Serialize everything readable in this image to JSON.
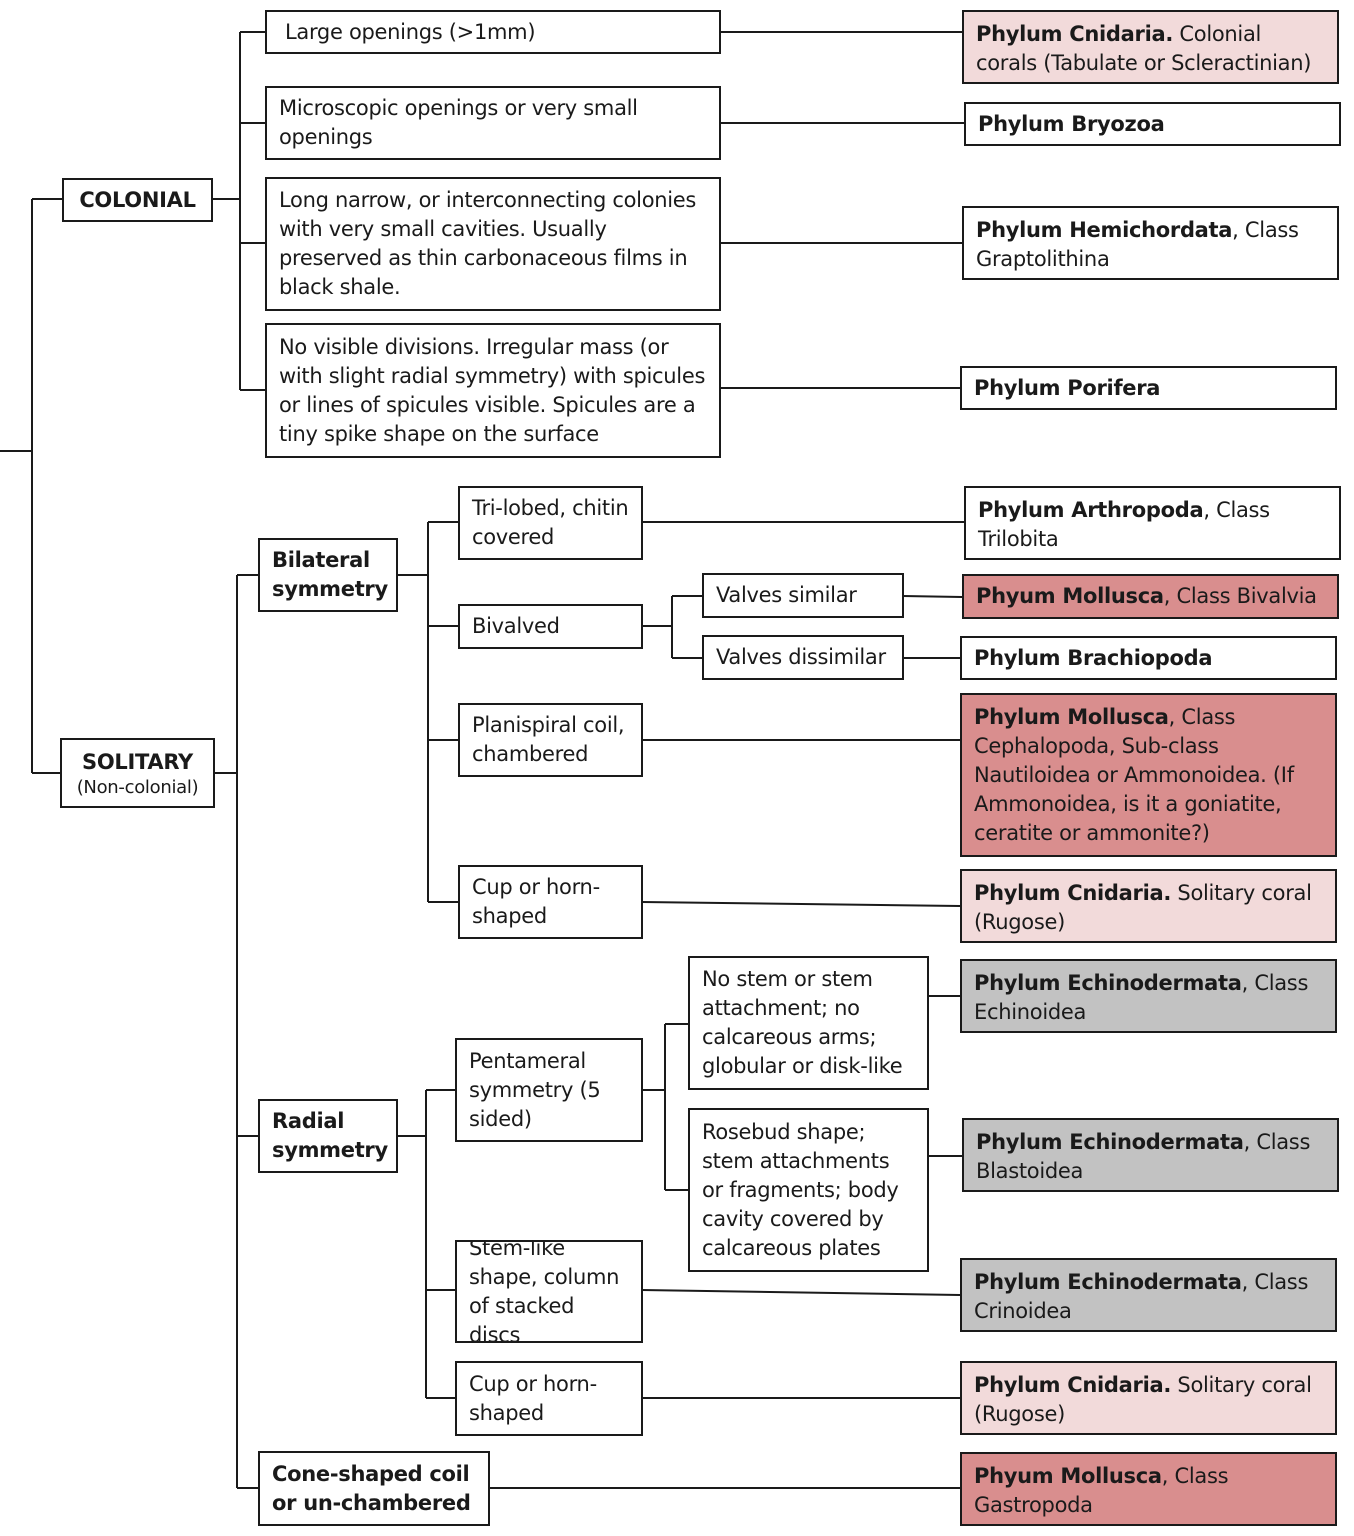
{
  "colors": {
    "line": "#1a1a1a",
    "cnidaria": "#f2dada",
    "mollusca": "#d98e8e",
    "echinodermata": "#c2c2c2",
    "plain": "#ffffff"
  },
  "groups": {
    "colonial": "COLONIAL",
    "solitary": "SOLITARY",
    "solitary_note": "(Non-colonial)",
    "bilateral": "Bilateral symmetry",
    "radial": "Radial symmetry",
    "cone": "Cone-shaped coil or un-chambered"
  },
  "features": {
    "large_openings": "Large openings  (>1mm)",
    "micro_openings": "Microscopic openings or very small openings",
    "long_narrow": "Long narrow, or interconnecting colonies with very small cavities.  Usually preserved as thin carbonaceous films in black shale.",
    "no_divisions": "No visible divisions.  Irregular mass (or with slight radial symmetry) with spicules or lines of spicules visible.  Spicules are a tiny spike shape on the surface",
    "trilobed": "Tri-lobed, chitin covered",
    "bivalved": "Bivalved",
    "valves_similar": "Valves similar",
    "valves_dissimilar": "Valves dissimilar",
    "planispiral": "Planispiral coil, chambered",
    "cup_bilateral": "Cup or horn-shaped",
    "pentameral": "Pentameral symmetry (5 sided)",
    "no_stem": "No stem or stem attachment; no calcareous arms; globular or disk-like",
    "rosebud": "Rosebud shape; stem attachments or fragments; body cavity covered by calcareous plates",
    "stem_like": "Stem-like shape, column of stacked discs",
    "cup_radial": "Cup or horn-shaped"
  },
  "results": {
    "cnidaria_colonial": {
      "bold": "Phylum Cnidaria.",
      "rest": " Colonial corals (Tabulate or Scleractinian)"
    },
    "bryozoa": {
      "bold": "Phylum Bryozoa",
      "rest": ""
    },
    "hemichordata": {
      "bold": "Phylum Hemichordata",
      "rest": ", Class Graptolithina"
    },
    "porifera": {
      "bold": "Phylum Porifera",
      "rest": ""
    },
    "arthropoda": {
      "bold": "Phylum Arthropoda",
      "rest": ", Class Trilobita"
    },
    "bivalvia": {
      "bold": "Phyum Mollusca",
      "rest": ", Class Bivalvia"
    },
    "brachiopoda": {
      "bold": "Phylum Brachiopoda",
      "rest": ""
    },
    "cephalopoda": {
      "bold": "Phylum Mollusca",
      "rest": ", Class Cephalopoda, Sub-class Nautiloidea or Ammonoidea. (If Ammonoidea, is it a goniatite, ceratite or ammonite?)"
    },
    "rugose_1": {
      "bold": "Phylum Cnidaria.",
      "rest": " Solitary coral (Rugose)"
    },
    "echinoidea": {
      "bold": "Phylum Echinodermata",
      "rest": ", Class Echinoidea"
    },
    "blastoidea": {
      "bold": "Phylum Echinodermata",
      "rest": ", Class Blastoidea"
    },
    "crinoidea": {
      "bold": "Phylum Echinodermata",
      "rest": ", Class Crinoidea"
    },
    "rugose_2": {
      "bold": "Phylum Cnidaria.",
      "rest": " Solitary coral (Rugose)"
    },
    "gastropoda": {
      "bold": "Phyum Mollusca",
      "rest": ", Class Gastropoda"
    }
  }
}
